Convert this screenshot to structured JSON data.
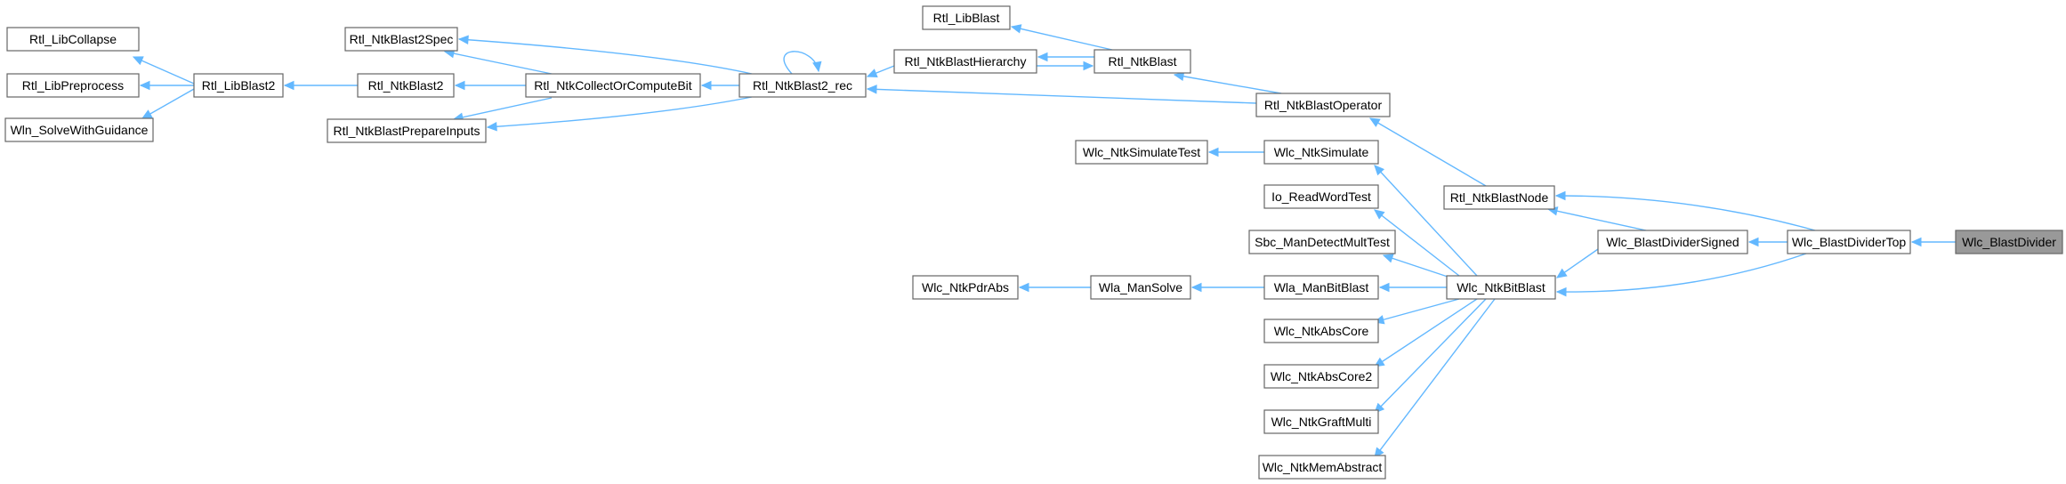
{
  "graph": {
    "colors": {
      "edge": "#63b8ff",
      "node_border": "#666666",
      "node_fill": "#ffffff",
      "focus_fill": "#999999"
    },
    "nodes": [
      {
        "id": "libcollapse",
        "label": "Rtl_LibCollapse"
      },
      {
        "id": "libpreprocess",
        "label": "Rtl_LibPreprocess"
      },
      {
        "id": "solveguidance",
        "label": "Wln_SolveWithGuidance"
      },
      {
        "id": "libblast2",
        "label": "Rtl_LibBlast2"
      },
      {
        "id": "ntkblast2spec",
        "label": "Rtl_NtkBlast2Spec"
      },
      {
        "id": "ntkblast2",
        "label": "Rtl_NtkBlast2"
      },
      {
        "id": "ntkblastprepare",
        "label": "Rtl_NtkBlastPrepareInputs"
      },
      {
        "id": "collectcompute",
        "label": "Rtl_NtkCollectOrComputeBit"
      },
      {
        "id": "ntkblast2rec",
        "label": "Rtl_NtkBlast2_rec"
      },
      {
        "id": "libblast",
        "label": "Rtl_LibBlast"
      },
      {
        "id": "ntkblasthier",
        "label": "Rtl_NtkBlastHierarchy"
      },
      {
        "id": "ntkblast",
        "label": "Rtl_NtkBlast"
      },
      {
        "id": "ntkblastop",
        "label": "Rtl_NtkBlastOperator"
      },
      {
        "id": "simtest",
        "label": "Wlc_NtkSimulateTest"
      },
      {
        "id": "simulate",
        "label": "Wlc_NtkSimulate"
      },
      {
        "id": "readword",
        "label": "Io_ReadWordTest"
      },
      {
        "id": "sbcmult",
        "label": "Sbc_ManDetectMultTest"
      },
      {
        "id": "pdrabs",
        "label": "Wlc_NtkPdrAbs"
      },
      {
        "id": "mansolve",
        "label": "Wla_ManSolve"
      },
      {
        "id": "manbitblast",
        "label": "Wla_ManBitBlast"
      },
      {
        "id": "abscore",
        "label": "Wlc_NtkAbsCore"
      },
      {
        "id": "abscore2",
        "label": "Wlc_NtkAbsCore2"
      },
      {
        "id": "graftmulti",
        "label": "Wlc_NtkGraftMulti"
      },
      {
        "id": "memabstract",
        "label": "Wlc_NtkMemAbstract"
      },
      {
        "id": "blastnode",
        "label": "Rtl_NtkBlastNode"
      },
      {
        "id": "bitblast",
        "label": "Wlc_NtkBitBlast"
      },
      {
        "id": "dividersigned",
        "label": "Wlc_BlastDividerSigned"
      },
      {
        "id": "dividertop",
        "label": "Wlc_BlastDividerTop"
      },
      {
        "id": "divider",
        "label": "Wlc_BlastDivider"
      }
    ]
  }
}
